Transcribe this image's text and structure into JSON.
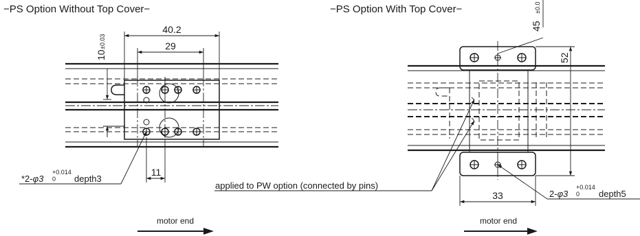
{
  "left_view": {
    "title": "−PS Option Without Top Cover−",
    "dim_width": "40.2",
    "dim_pitch": "29",
    "dim_height": "10",
    "dim_height_tol": "±0.03",
    "dim_offset": "11",
    "hole_callout_prefix": "*2-",
    "hole_callout_phi": "φ3",
    "hole_callout_tol_upper": "+0.014",
    "hole_callout_tol_lower": "0",
    "hole_callout_suffix": "depth3",
    "motor_label": "motor end"
  },
  "right_view": {
    "title": "−PS Option With Top Cover−",
    "dim_top": "45",
    "dim_top_tol": "±0.0",
    "dim_52": "52",
    "dim_width": "33",
    "pin_note": "applied to PW option (connected by pins)",
    "hole_callout_prefix": "2-",
    "hole_callout_phi": "φ3",
    "hole_callout_tol_upper": "+0.014",
    "hole_callout_tol_lower": "0",
    "hole_callout_suffix": "depth5",
    "motor_label": "motor end"
  },
  "colors": {
    "ink": "#1a1a1a",
    "background": "#ffffff"
  }
}
